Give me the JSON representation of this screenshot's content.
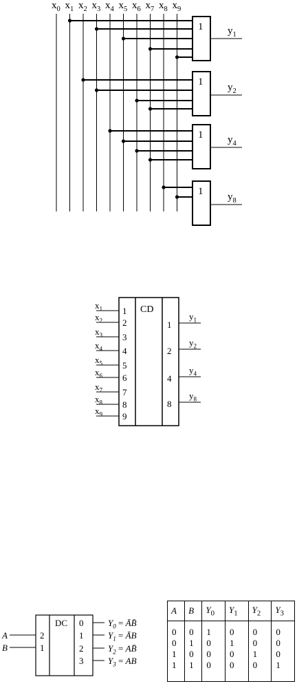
{
  "encoder_or": {
    "inputs": [
      "x0",
      "x1",
      "x2",
      "x3",
      "x4",
      "x5",
      "x6",
      "x7",
      "x8",
      "x9"
    ],
    "gate_symbol": "1",
    "gates": [
      {
        "output": "y1",
        "inputs": [
          "x1",
          "x3",
          "x5",
          "x7",
          "x9"
        ]
      },
      {
        "output": "y2",
        "inputs": [
          "x2",
          "x3",
          "x6",
          "x7"
        ]
      },
      {
        "output": "y4",
        "inputs": [
          "x4",
          "x5",
          "x6",
          "x7"
        ]
      },
      {
        "output": "y8",
        "inputs": [
          "x8",
          "x9"
        ]
      }
    ]
  },
  "encoder_cd": {
    "title": "CD",
    "input_labels": [
      "x1",
      "x2",
      "x3",
      "x4",
      "x5",
      "x6",
      "x7",
      "x8",
      "x9"
    ],
    "input_pins": [
      "1",
      "2",
      "3",
      "4",
      "5",
      "6",
      "7",
      "8",
      "9"
    ],
    "output_pins": [
      "1",
      "2",
      "4",
      "8"
    ],
    "output_labels": [
      "y1",
      "y2",
      "y4",
      "y8"
    ]
  },
  "decoder": {
    "title": "DC",
    "inputs": [
      {
        "name": "A",
        "pin": "2"
      },
      {
        "name": "B",
        "pin": "1"
      }
    ],
    "output_pins": [
      "0",
      "1",
      "2",
      "3"
    ],
    "outputs": [
      {
        "lhs": "Y0",
        "rhs": "ĀB̄"
      },
      {
        "lhs": "Y1",
        "rhs": "ĀB"
      },
      {
        "lhs": "Y2",
        "rhs": "AB̄"
      },
      {
        "lhs": "Y3",
        "rhs": "AB"
      }
    ]
  },
  "truth_table": {
    "headers": [
      "A",
      "B",
      "Y0",
      "Y1",
      "Y2",
      "Y3"
    ],
    "rows": [
      [
        "0",
        "0",
        "1",
        "0",
        "0",
        "0"
      ],
      [
        "0",
        "1",
        "0",
        "1",
        "0",
        "0"
      ],
      [
        "1",
        "0",
        "0",
        "0",
        "1",
        "0"
      ],
      [
        "1",
        "1",
        "0",
        "0",
        "0",
        "1"
      ]
    ]
  }
}
